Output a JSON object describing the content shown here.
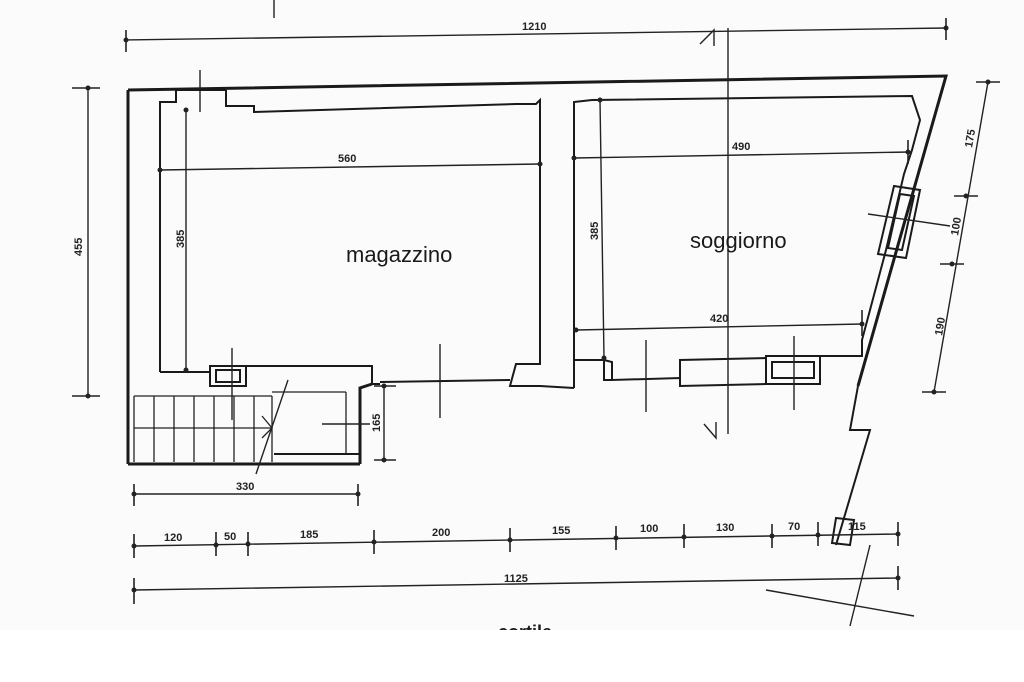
{
  "rooms": {
    "magazzino": "magazzino",
    "soggiorno": "soggiorno"
  },
  "dimensions": {
    "overall_top": "1210",
    "overall_left": "455",
    "magazzino_width": "560",
    "magazzino_depth": "385",
    "soggiorno_width_top": "490",
    "soggiorno_width_bottom": "420",
    "soggiorno_depth": "385",
    "right_top": "175",
    "right_mid": "100",
    "right_bottom": "190",
    "stair_step": "165",
    "stair_width": "330",
    "bottom_chain": [
      "120",
      "50",
      "185",
      "200",
      "155",
      "100",
      "130",
      "70",
      "115"
    ],
    "overall_bottom": "1125"
  },
  "bottom_caption": "cortile"
}
